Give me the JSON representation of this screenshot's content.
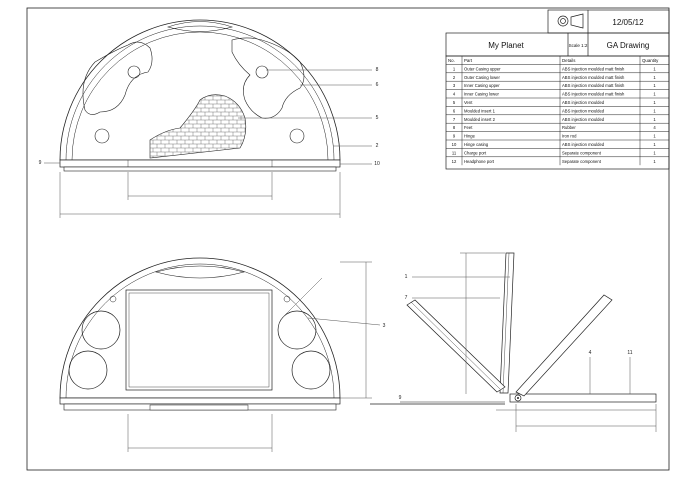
{
  "title_block": {
    "date": "12/05/12",
    "project": "My Planet",
    "scale": "Scale 1:2",
    "drawing_type": "GA Drawing",
    "headers": {
      "no": "No.",
      "part": "Part",
      "details": "Details",
      "quantity": "Quantity"
    },
    "parts": [
      {
        "no": "1",
        "part": "Outer Casing upper",
        "details": "ABS injection moulded matt finish",
        "qty": "1"
      },
      {
        "no": "2",
        "part": "Outer Casing lower",
        "details": "ABS injection moulded matt finish",
        "qty": "1"
      },
      {
        "no": "3",
        "part": "Inner Casing upper",
        "details": "ABS injection moulded matt finish",
        "qty": "1"
      },
      {
        "no": "4",
        "part": "Inner Casing lower",
        "details": "ABS injection moulded matt finish",
        "qty": "1"
      },
      {
        "no": "5",
        "part": "Vent",
        "details": "ABS injection moulded",
        "qty": "1"
      },
      {
        "no": "6",
        "part": "Moulded insert 1",
        "details": "ABS injection moulded",
        "qty": "1"
      },
      {
        "no": "7",
        "part": "Moulded insert 2",
        "details": "ABS injection moulded",
        "qty": "1"
      },
      {
        "no": "8",
        "part": "Feet",
        "details": "Rubber",
        "qty": "4"
      },
      {
        "no": "9",
        "part": "Hinge",
        "details": "Iron rod",
        "qty": "1"
      },
      {
        "no": "10",
        "part": "Hinge casing",
        "details": "ABS injection moulded",
        "qty": "1"
      },
      {
        "no": "11",
        "part": "Charge port",
        "details": "Separate component",
        "qty": "1"
      },
      {
        "no": "12",
        "part": "Headphone port",
        "details": "Separate component",
        "qty": "1"
      }
    ]
  },
  "callouts": {
    "top_view": [
      "8",
      "6",
      "5",
      "2",
      "10",
      "9"
    ],
    "front_view": [
      "3"
    ],
    "side_view": [
      "1",
      "7",
      "4",
      "11",
      "9"
    ]
  }
}
